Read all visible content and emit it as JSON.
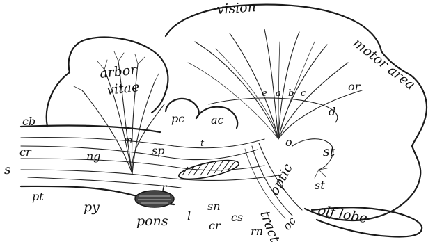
{
  "labels": {
    "vision": "vision",
    "motor_area": "motor area",
    "arbor": "arbor",
    "vitae": "vitae",
    "cb": "cb",
    "cr_left": "cr",
    "s": "s",
    "pt": "pt",
    "py": "py",
    "pons": "pons",
    "ng": "ng",
    "m": "m",
    "sp": "sp",
    "pc": "pc",
    "ac": "ac",
    "t_upper": "t",
    "r": "r",
    "l": "l",
    "sn": "sn",
    "cr_bottom": "cr",
    "cs": "cs",
    "rn": "rn",
    "optic": "optic",
    "tract": "tract",
    "oc": "oc",
    "olf_lobe": "olf lobe",
    "st_upper": "st",
    "st_lower": "st",
    "o": "o",
    "d": "d",
    "c": "c",
    "b": "b",
    "e": "e",
    "a": "a",
    "or": "or"
  }
}
